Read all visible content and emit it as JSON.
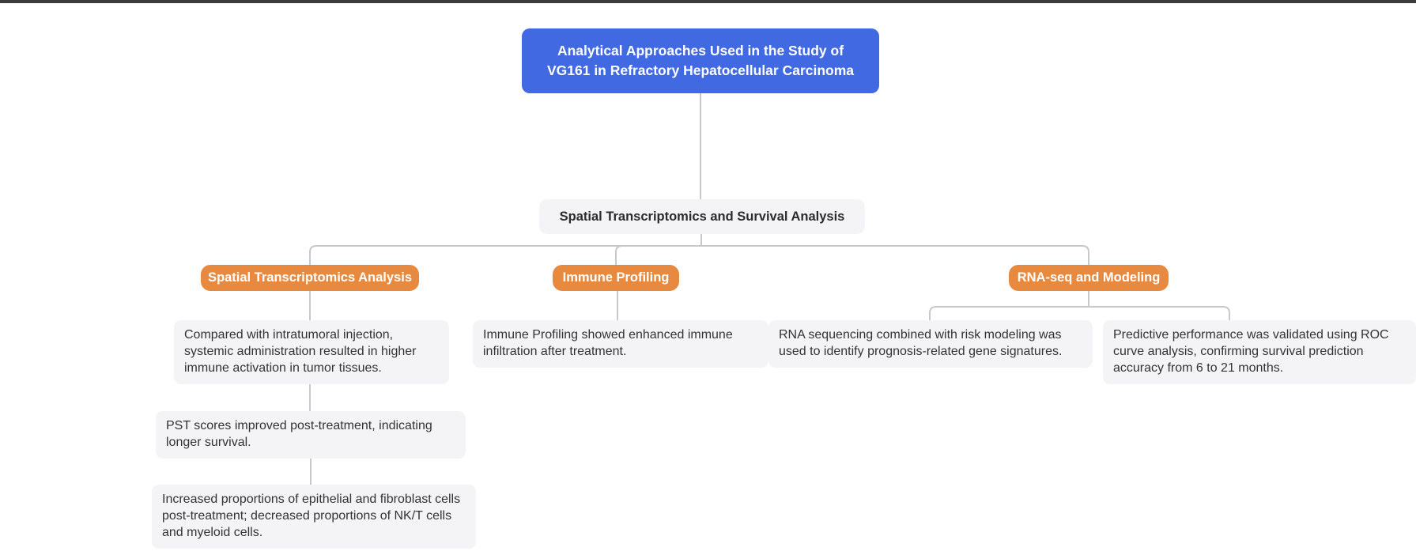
{
  "mindmap": {
    "root": {
      "label": "Analytical Approaches Used in the Study of VG161 in Refractory Hepatocellular Carcinoma",
      "color": "#4169e1",
      "text_color": "#ffffff"
    },
    "level1": {
      "label": "Spatial Transcriptomics and Survival Analysis",
      "color": "#f4f4f6",
      "text_color": "#2b2b2b"
    },
    "branches": [
      {
        "label": "Spatial Transcriptomics Analysis",
        "color": "#e78a40",
        "text_color": "#ffffff",
        "children": [
          "Compared with intratumoral injection, systemic administration resulted in higher immune activation in tumor tissues.",
          "PST scores improved post-treatment, indicating longer survival.",
          "Increased proportions of epithelial and fibroblast cells post-treatment; decreased proportions of NK/T cells and myeloid cells."
        ]
      },
      {
        "label": "Immune Profiling",
        "color": "#e78a40",
        "text_color": "#ffffff",
        "children": [
          "Immune Profiling showed enhanced immune infiltration after treatment."
        ]
      },
      {
        "label": "RNA-seq and Modeling",
        "color": "#e78a40",
        "text_color": "#ffffff",
        "children": [
          "RNA sequencing combined with risk modeling was used to identify prognosis-related gene signatures.",
          "Predictive performance was validated using ROC curve analysis, confirming survival prediction accuracy from 6 to 21 months."
        ]
      }
    ],
    "connector_color": "#c8c8c8",
    "topbar_color": "#3b3b3b"
  }
}
